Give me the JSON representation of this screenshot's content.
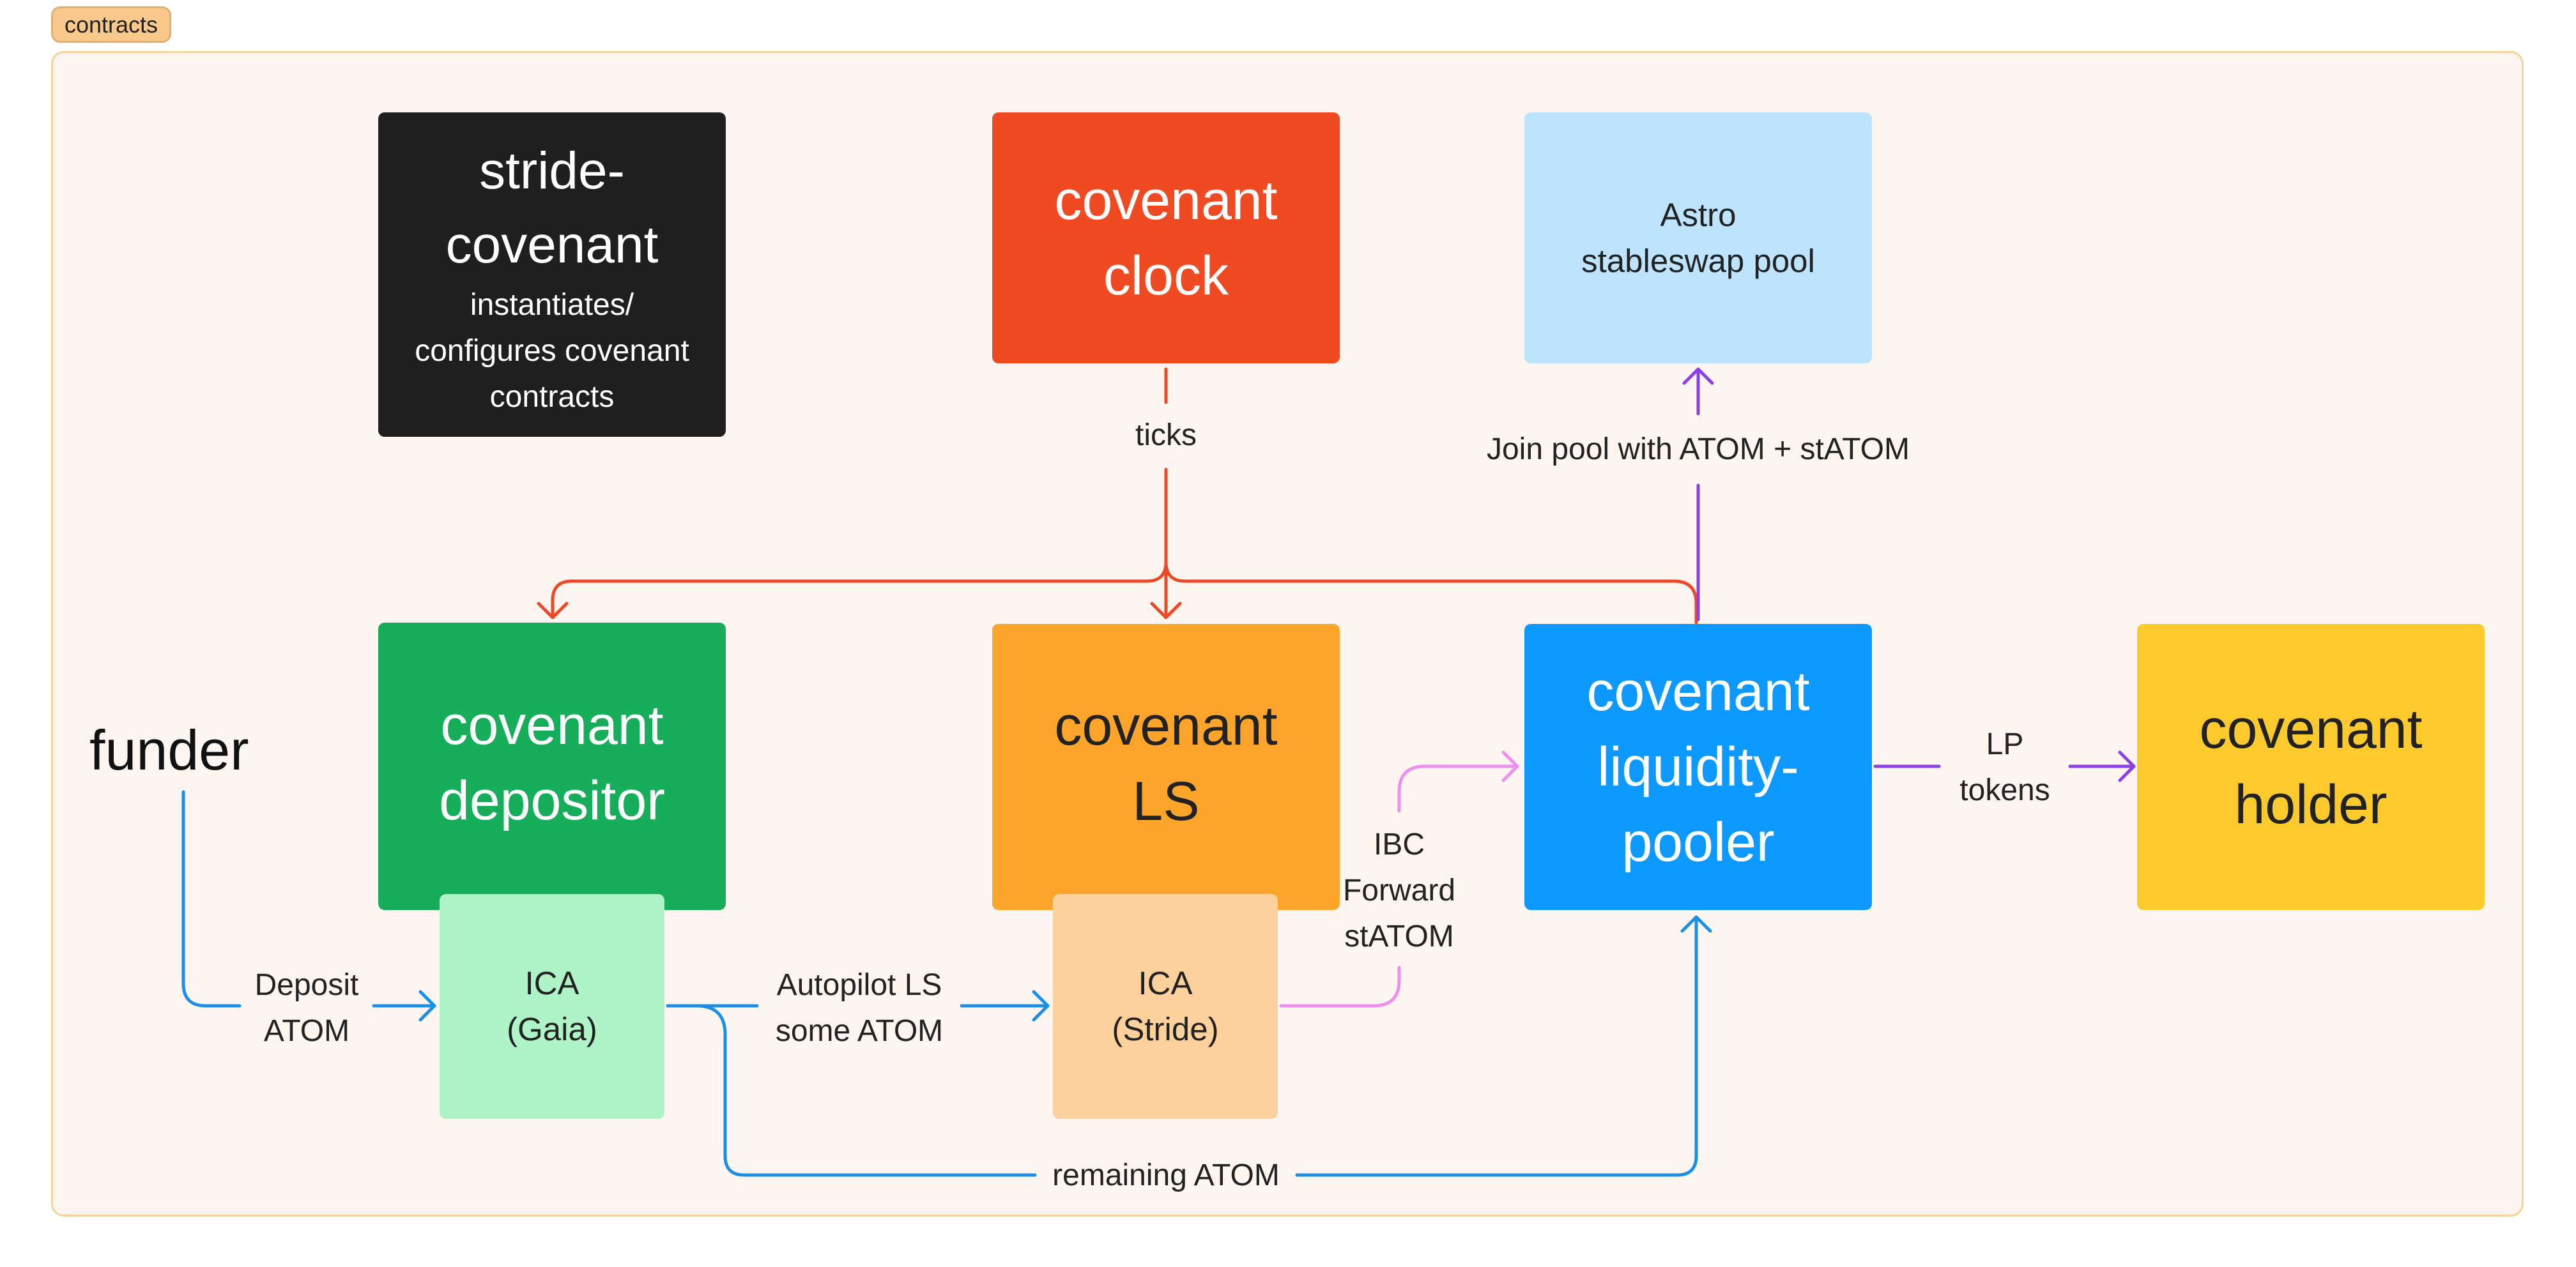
{
  "frame": {
    "tag": "contracts"
  },
  "colors": {
    "frame_bg": "#fdf5ef",
    "frame_border": "#f5d39a",
    "tick_arrow": "#ec4a26",
    "atom_arrow": "#1a8fe6",
    "lp_arrow": "#8b3fe6",
    "stride_arrow": "#ee8ef0"
  },
  "nodes": {
    "stride_covenant": {
      "title": [
        "stride-",
        "covenant"
      ],
      "subtitle": [
        "instantiates/",
        "configures covenant",
        "contracts"
      ],
      "color": "#1f1f1f"
    },
    "covenant_clock": {
      "title": [
        "covenant",
        "clock"
      ],
      "color": "#f04a23"
    },
    "astro_pool": {
      "title": [
        "Astro",
        "stableswap pool"
      ],
      "color": "#bde3fd"
    },
    "covenant_depositor": {
      "title": [
        "covenant",
        "depositor"
      ],
      "color": "#16ad5b"
    },
    "covenant_ls": {
      "title": [
        "covenant",
        "LS"
      ],
      "color": "#fca52a"
    },
    "covenant_liquidity_pooler": {
      "title": [
        "covenant",
        "liquidity-",
        "pooler"
      ],
      "color": "#0d99ff"
    },
    "covenant_holder": {
      "title": [
        "covenant",
        "holder"
      ],
      "color": "#fdca2d"
    },
    "ica_gaia": {
      "title": [
        "ICA",
        "(Gaia)"
      ],
      "color": "#aff4c6"
    },
    "ica_stride": {
      "title": [
        "ICA",
        "(Stride)"
      ],
      "color": "#fcd19c"
    },
    "funder": {
      "title": "funder"
    }
  },
  "edges": {
    "ticks": "ticks",
    "join_pool": "Join pool with ATOM + stATOM",
    "lp_tokens": [
      "LP",
      "tokens"
    ],
    "ibc_forward": [
      "IBC",
      "Forward",
      "stATOM"
    ],
    "deposit_atom": [
      "Deposit",
      "ATOM"
    ],
    "autopilot": [
      "Autopilot LS",
      "some ATOM"
    ],
    "remaining_atom": "remaining ATOM"
  }
}
